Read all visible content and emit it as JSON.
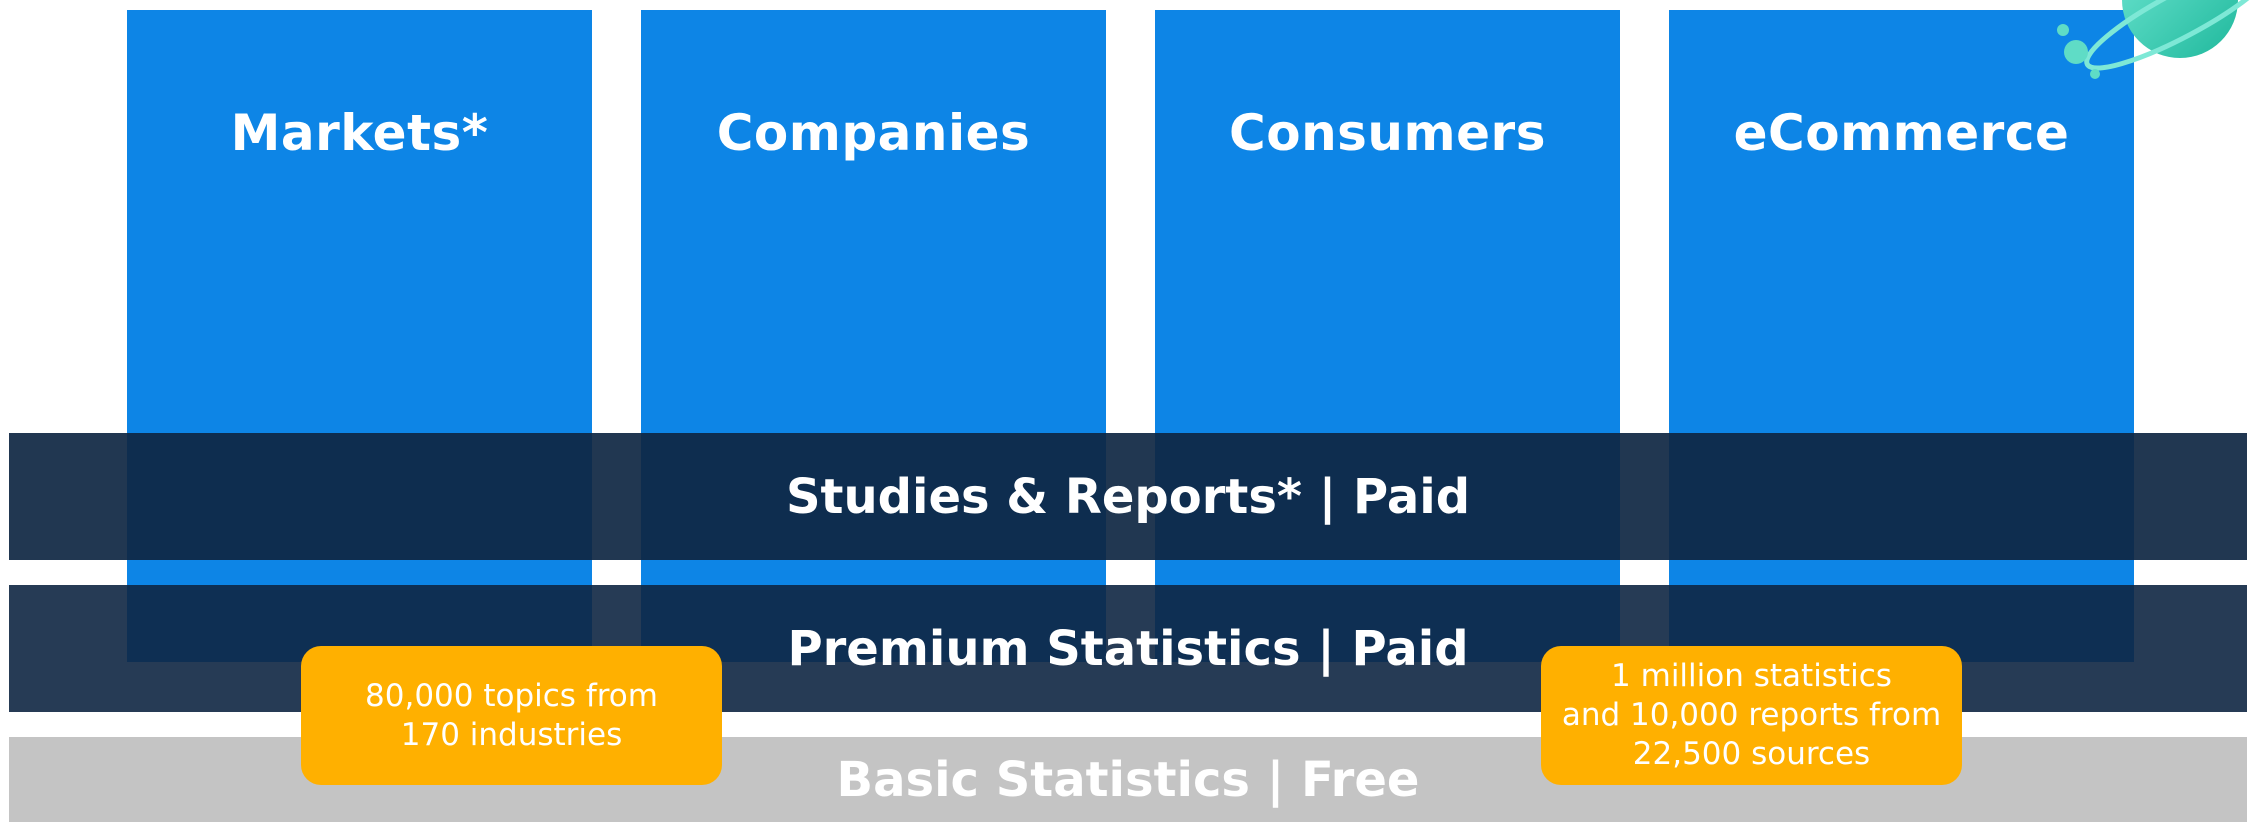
{
  "columns": [
    {
      "label": "Markets*"
    },
    {
      "label": "Companies"
    },
    {
      "label": "Consumers"
    },
    {
      "label": "eCommerce"
    }
  ],
  "bands": {
    "studies": "Studies & Reports* | Paid",
    "premium": "Premium Statistics | Paid",
    "basic": "Basic Statistics | Free"
  },
  "badges": {
    "left": {
      "line1": "80,000 topics from",
      "line2": "170 industries"
    },
    "right": {
      "line1": "1 million statistics",
      "line2": "and 10,000 reports from",
      "line3": "22,500 sources"
    }
  },
  "colors": {
    "column_blue": "#0d85e6",
    "band_navy": "#0e2642",
    "band_gray": "#c4c4c4",
    "badge_orange": "#ffb000",
    "planet_teal": "#2fd3b5"
  },
  "icons": {
    "decoration": "planet-icon"
  }
}
